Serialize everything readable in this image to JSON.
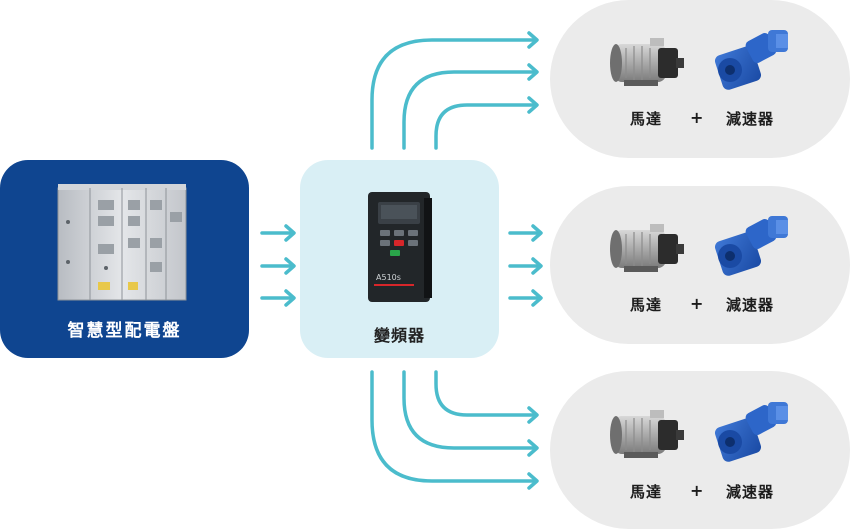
{
  "nodes": {
    "control_panel": {
      "label": "智慧型配電盤"
    },
    "inverter": {
      "label": "變頻器",
      "model_text": "A510s"
    },
    "motor_groups": [
      {
        "motor_label": "馬達",
        "plus": "+",
        "reducer_label": "減速器"
      },
      {
        "motor_label": "馬達",
        "plus": "+",
        "reducer_label": "減速器"
      },
      {
        "motor_label": "馬達",
        "plus": "+",
        "reducer_label": "減速器"
      }
    ]
  },
  "colors": {
    "panel_bg": "#0f4590",
    "inverter_bg": "#d9eff5",
    "group_bg": "#ebebeb",
    "arrow": "#4bbccc",
    "reducer_blue": "#1f56b8"
  },
  "icons": [
    "electrical-cabinet-icon",
    "inverter-device-icon",
    "motor-icon",
    "gear-reducer-icon",
    "arrow-right-icon"
  ]
}
